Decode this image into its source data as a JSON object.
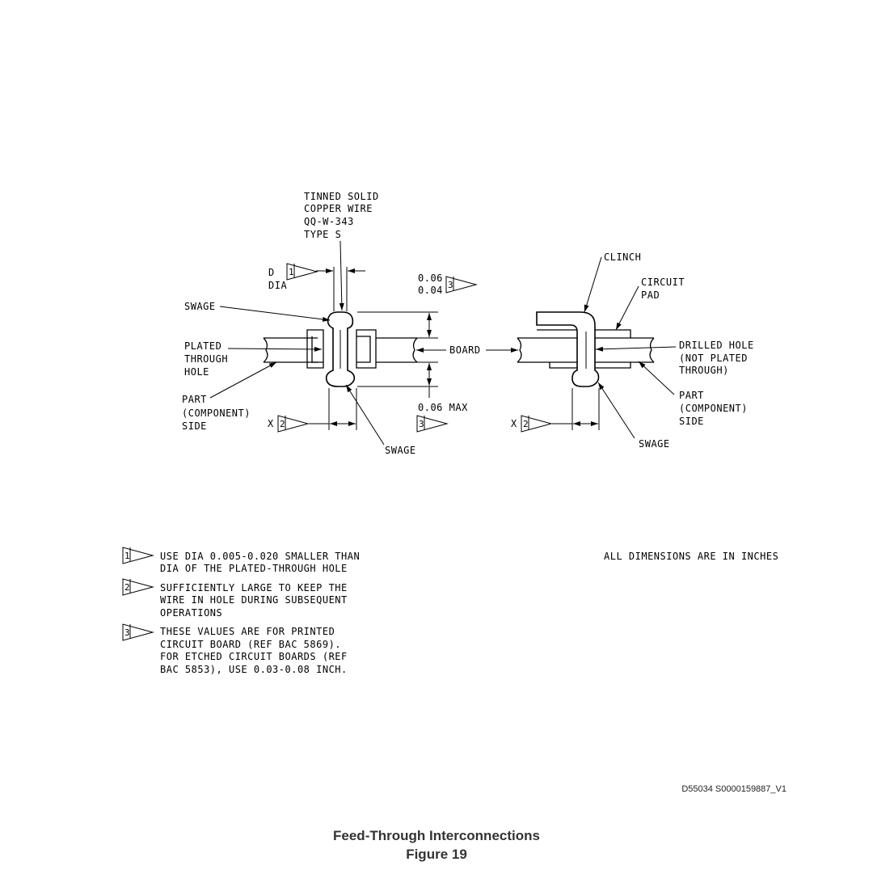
{
  "diagram": {
    "wire_label": [
      "TINNED SOLID",
      "COPPER WIRE",
      "QQ-W-343",
      "TYPE S"
    ],
    "d_label": "D",
    "dia_label": "DIA",
    "swage_label": "SWAGE",
    "plated_label": [
      "PLATED",
      "THROUGH",
      "HOLE"
    ],
    "part_side_label": [
      "PART",
      "(COMPONENT)",
      "SIDE"
    ],
    "x_label": "X",
    "dim_top": [
      "0.06",
      "0.04"
    ],
    "board_label": "BOARD",
    "max_label": "0.06 MAX",
    "clinch_label": "CLINCH",
    "circuit_pad_label": [
      "CIRCUIT",
      "PAD"
    ],
    "drilled_label": [
      "DRILLED HOLE",
      "(NOT PLATED",
      "THROUGH)"
    ],
    "flag_1": "1",
    "flag_2": "2",
    "flag_3": "3"
  },
  "notes": [
    {
      "flag": "1",
      "lines": [
        "USE DIA 0.005-0.020 SMALLER THAN",
        "DIA OF THE PLATED-THROUGH HOLE"
      ]
    },
    {
      "flag": "2",
      "lines": [
        "SUFFICIENTLY LARGE TO KEEP THE",
        "WIRE IN HOLE DURING SUBSEQUENT",
        "OPERATIONS"
      ]
    },
    {
      "flag": "3",
      "lines": [
        "THESE VALUES ARE FOR PRINTED",
        "CIRCUIT BOARD (REF BAC 5869).",
        "FOR ETCHED CIRCUIT BOARDS (REF",
        "BAC 5853), USE 0.03-0.08 INCH."
      ]
    }
  ],
  "dimensions_note": "ALL DIMENSIONS ARE IN INCHES",
  "doc_id": "D55034 S0000159887_V1",
  "caption": {
    "title": "Feed-Through Interconnections",
    "figure": "Figure 19"
  }
}
